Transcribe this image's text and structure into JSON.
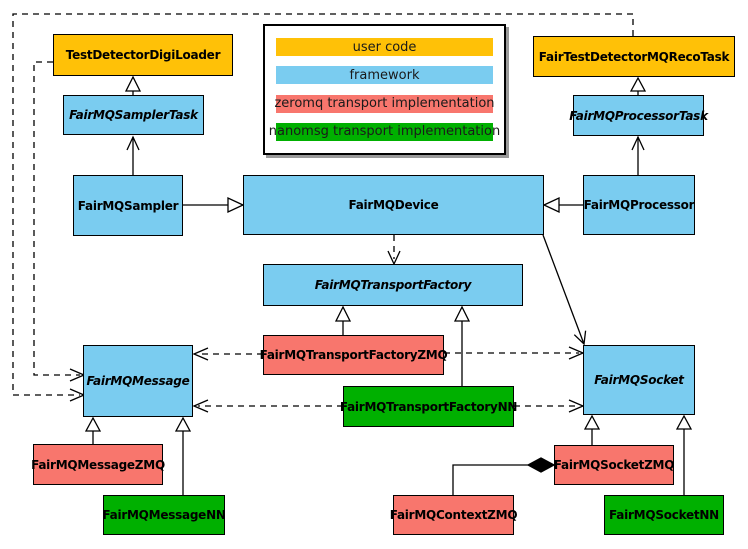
{
  "colors": {
    "user_code": "#FFC107",
    "framework": "#7ACCF0",
    "zeromq": "#F8766D",
    "nanomsg": "#00B000",
    "line": "#000000",
    "legend_shadow": "#9a9a9a"
  },
  "legend": {
    "items": [
      {
        "label": "user code"
      },
      {
        "label": "framework"
      },
      {
        "label": "zeromq transport implementation"
      },
      {
        "label": "nanomsg transport implementation"
      }
    ]
  },
  "nodes": {
    "digi_loader": {
      "label": "TestDetectorDigiLoader"
    },
    "reco_task": {
      "label": "FairTestDetectorMQRecoTask"
    },
    "sampler_task": {
      "label": "FairMQSamplerTask"
    },
    "processor_task": {
      "label": "FairMQProcessorTask"
    },
    "sampler": {
      "label": "FairMQSampler"
    },
    "device": {
      "label": "FairMQDevice"
    },
    "processor": {
      "label": "FairMQProcessor"
    },
    "transport_factory": {
      "label": "FairMQTransportFactory"
    },
    "transport_factory_zmq": {
      "label": "FairMQTransportFactoryZMQ"
    },
    "transport_factory_nn": {
      "label": "FairMQTransportFactoryNN"
    },
    "message": {
      "label": "FairMQMessage"
    },
    "socket": {
      "label": "FairMQSocket"
    },
    "message_zmq": {
      "label": "FairMQMessageZMQ"
    },
    "message_nn": {
      "label": "FairMQMessageNN"
    },
    "context_zmq": {
      "label": "FairMQContextZMQ"
    },
    "socket_zmq": {
      "label": "FairMQSocketZMQ"
    },
    "socket_nn": {
      "label": "FairMQSocketNN"
    }
  }
}
